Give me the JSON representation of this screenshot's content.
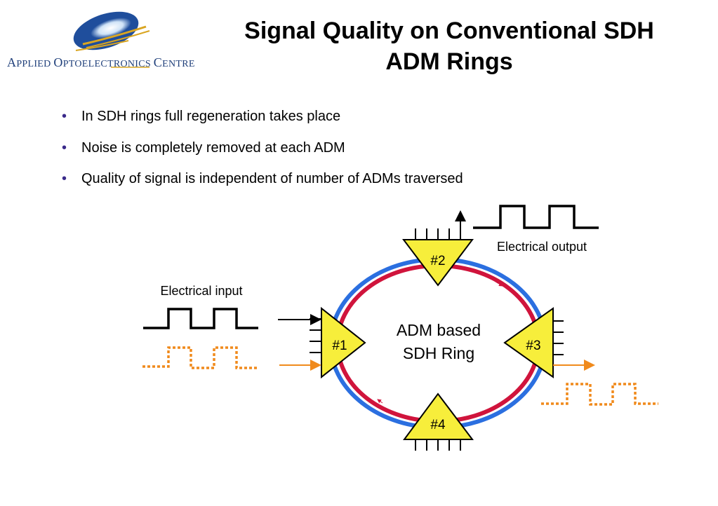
{
  "header": {
    "title_line1": "Signal Quality on Conventional SDH",
    "title_line2": "ADM Rings"
  },
  "logo": {
    "org_text_parts": [
      "A",
      "PPLIED ",
      "O",
      "PTOELECTRONICS ",
      "C",
      "ENTRE"
    ],
    "colors": {
      "dark_blue": "#1f4e9c",
      "light_blue": "#4a8fd8",
      "gold": "#d9a521"
    }
  },
  "bullets": [
    "In SDH rings full regeneration takes place",
    "Noise is completely removed at each ADM",
    "Quality of signal is independent of number of ADMs traversed"
  ],
  "diagram": {
    "center_line1": "ADM based",
    "center_line2": "SDH Ring",
    "nodes": [
      "#1",
      "#2",
      "#3",
      "#4"
    ],
    "electrical_input_label": "Electrical input",
    "electrical_output_label": "Electrical output",
    "colors": {
      "outer_ring": "#2b6fe0",
      "inner_ring": "#d0143c",
      "node_fill": "#f7ee3b",
      "clean_signal": "#000000",
      "noisy_signal": "#f08a1c"
    }
  }
}
